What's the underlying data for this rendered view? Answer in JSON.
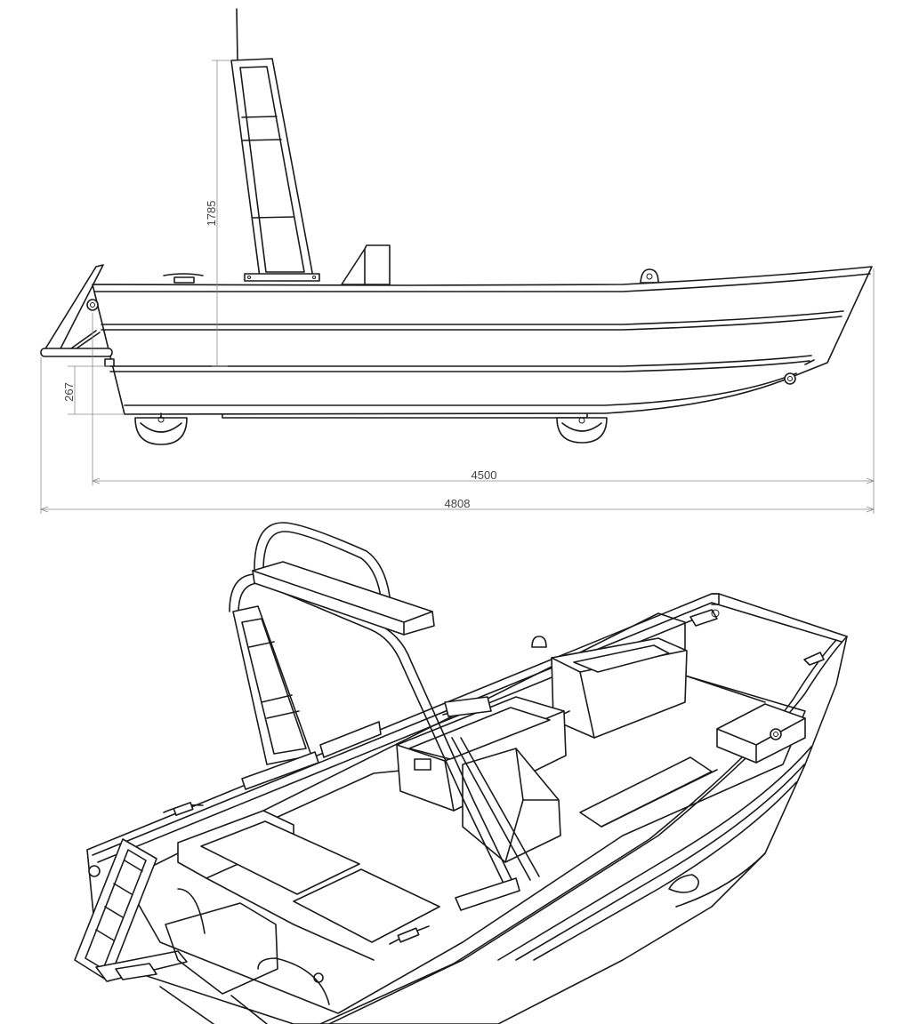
{
  "dimensions": {
    "tower_height": "1785",
    "keel_height": "267",
    "hull_length": "4500",
    "overall_length": "4808"
  },
  "colors": {
    "line": "#1a1a1a",
    "dimension": "#8a8a8a",
    "background": "#ffffff"
  }
}
